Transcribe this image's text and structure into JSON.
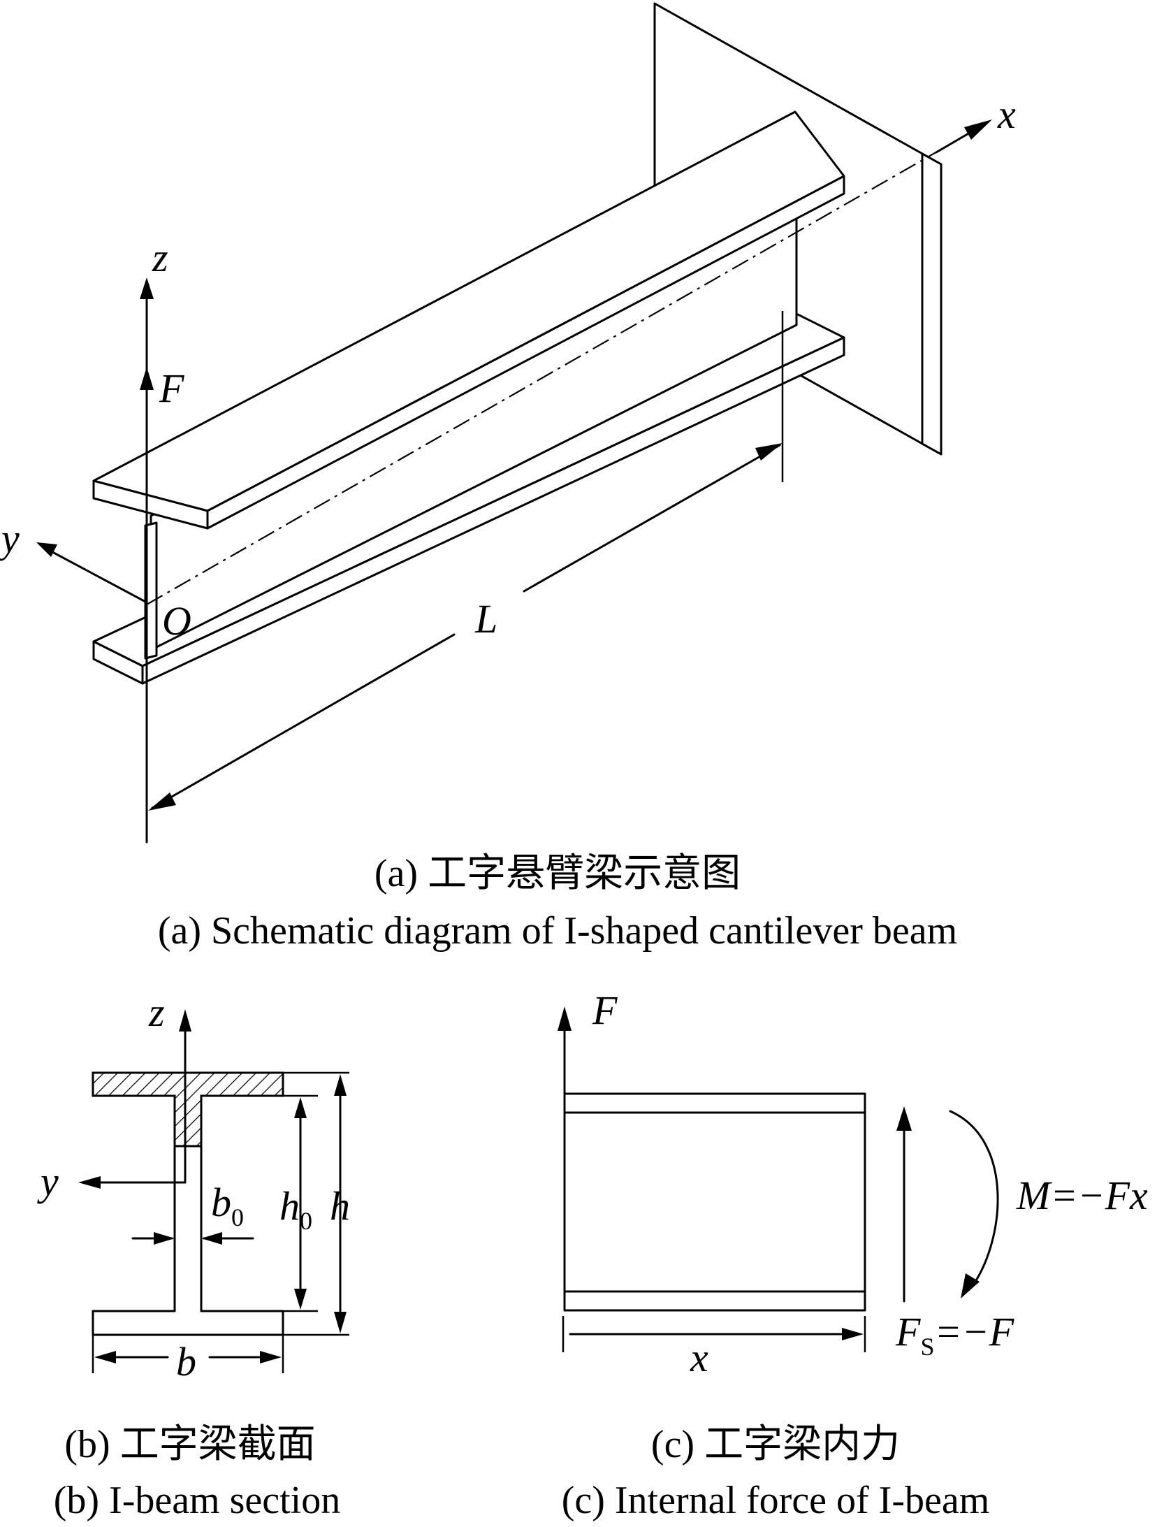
{
  "panel_a": {
    "axis_x": "x",
    "axis_y": "y",
    "axis_z": "z",
    "force": "F",
    "origin": "O",
    "length": "L",
    "caption_cn": "(a) 工字悬臂梁示意图",
    "caption_en": "(a) Schematic diagram of I-shaped cantilever beam"
  },
  "panel_b": {
    "axis_z": "z",
    "axis_y": "y",
    "b0_main": "b",
    "b0_sub": "0",
    "h0_main": "h",
    "h0_sub": "0",
    "h": "h",
    "b": "b",
    "caption_cn": "(b) 工字梁截面",
    "caption_en": "(b) I-beam section"
  },
  "panel_c": {
    "force": "F",
    "moment": "M=−Fx",
    "shear_main": "F",
    "shear_sub": "S",
    "shear_rest": "=−F",
    "x": "x",
    "caption_cn": "(c) 工字梁内力",
    "caption_en": "(c) Internal force of I-beam"
  }
}
